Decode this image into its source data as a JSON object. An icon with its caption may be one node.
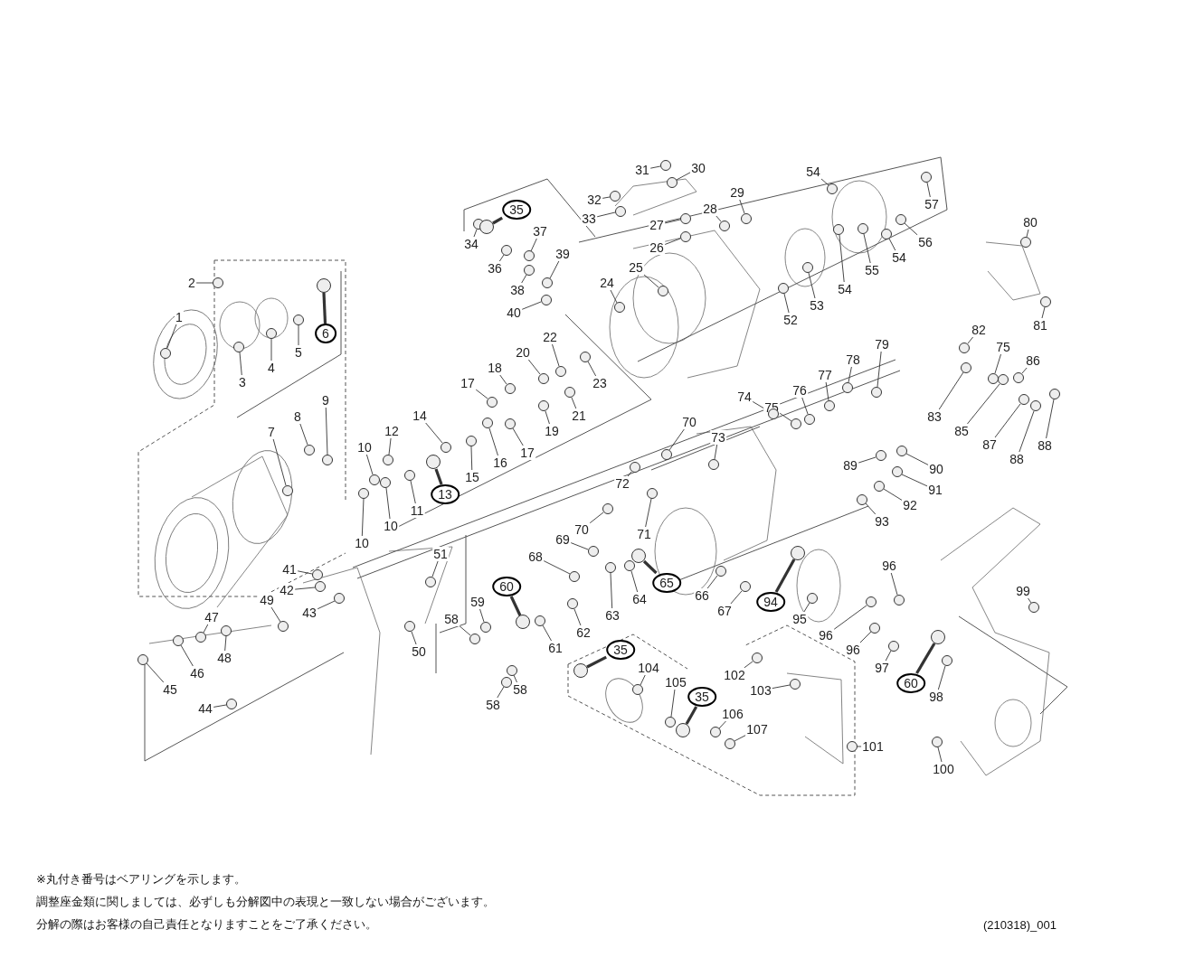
{
  "diagram": {
    "nodes": [
      {
        "text": [
          "1"
        ]
      },
      {
        "text": [
          "2"
        ]
      },
      {
        "text": [
          "3"
        ]
      },
      {
        "text": [
          "4"
        ]
      },
      {
        "text": [
          "5"
        ]
      },
      {
        "text": [
          "6"
        ]
      },
      {
        "text": [
          "7"
        ]
      },
      {
        "text": [
          "8"
        ]
      },
      {
        "text": [
          "9"
        ]
      },
      {
        "text": [
          "10"
        ]
      },
      {
        "text": [
          "10"
        ]
      },
      {
        "text": [
          "10"
        ]
      },
      {
        "text": [
          "11"
        ]
      },
      {
        "text": [
          "12"
        ]
      },
      {
        "text": [
          "13"
        ]
      },
      {
        "text": [
          "14"
        ]
      },
      {
        "text": [
          "15"
        ]
      },
      {
        "text": [
          "16"
        ]
      },
      {
        "text": [
          "17"
        ]
      },
      {
        "text": [
          "17"
        ]
      },
      {
        "text": [
          "18"
        ]
      },
      {
        "text": [
          "19"
        ]
      },
      {
        "text": [
          "20"
        ]
      },
      {
        "text": [
          "21"
        ]
      },
      {
        "text": [
          "22"
        ]
      },
      {
        "text": [
          "23"
        ]
      },
      {
        "text": [
          "24"
        ]
      },
      {
        "text": [
          "25"
        ]
      },
      {
        "text": [
          "26"
        ]
      },
      {
        "text": [
          "27"
        ]
      },
      {
        "text": [
          "28"
        ]
      },
      {
        "text": [
          "29"
        ]
      },
      {
        "text": [
          "30"
        ]
      },
      {
        "text": [
          "31"
        ]
      },
      {
        "text": [
          "32"
        ]
      },
      {
        "text": [
          "33"
        ]
      },
      {
        "text": [
          "34"
        ]
      },
      {
        "text": [
          "35"
        ]
      },
      {
        "text": [
          "36"
        ]
      },
      {
        "text": [
          "37"
        ]
      },
      {
        "text": [
          "38"
        ]
      },
      {
        "text": [
          "39"
        ]
      },
      {
        "text": [
          "40"
        ]
      },
      {
        "text": [
          "41"
        ]
      },
      {
        "text": [
          "42"
        ]
      },
      {
        "text": [
          "43"
        ]
      },
      {
        "text": [
          "44"
        ]
      },
      {
        "text": [
          "45"
        ]
      },
      {
        "text": [
          "46"
        ]
      },
      {
        "text": [
          "47"
        ]
      },
      {
        "text": [
          "48"
        ]
      },
      {
        "text": [
          "49"
        ]
      },
      {
        "text": [
          "50"
        ]
      },
      {
        "text": [
          "51"
        ]
      },
      {
        "text": [
          "52"
        ]
      },
      {
        "text": [
          "53"
        ]
      },
      {
        "text": [
          "54"
        ]
      },
      {
        "text": [
          "54"
        ]
      },
      {
        "text": [
          "54"
        ]
      },
      {
        "text": [
          "55"
        ]
      },
      {
        "text": [
          "56"
        ]
      },
      {
        "text": [
          "57"
        ]
      },
      {
        "text": [
          "58"
        ]
      },
      {
        "text": [
          "58"
        ]
      },
      {
        "text": [
          "58"
        ]
      },
      {
        "text": [
          "59"
        ]
      },
      {
        "text": [
          "60"
        ]
      },
      {
        "text": [
          "61"
        ]
      },
      {
        "text": [
          "62"
        ]
      },
      {
        "text": [
          "63"
        ]
      },
      {
        "text": [
          "64"
        ]
      },
      {
        "text": [
          "65"
        ]
      },
      {
        "text": [
          "66"
        ]
      },
      {
        "text": [
          "67"
        ]
      },
      {
        "text": [
          "68"
        ]
      },
      {
        "text": [
          "69"
        ]
      },
      {
        "text": [
          "70"
        ]
      },
      {
        "text": [
          "70"
        ]
      },
      {
        "text": [
          "71"
        ]
      },
      {
        "text": [
          "72"
        ]
      },
      {
        "text": [
          "73"
        ]
      },
      {
        "text": [
          "74"
        ]
      },
      {
        "text": [
          "75"
        ]
      },
      {
        "text": [
          "75"
        ]
      },
      {
        "text": [
          "76"
        ]
      },
      {
        "text": [
          "77"
        ]
      },
      {
        "text": [
          "78"
        ]
      },
      {
        "text": [
          "79"
        ]
      },
      {
        "text": [
          "80"
        ]
      },
      {
        "text": [
          "81"
        ]
      },
      {
        "text": [
          "82"
        ]
      },
      {
        "text": [
          "83"
        ]
      },
      {
        "text": [
          "85"
        ]
      },
      {
        "text": [
          "86"
        ]
      },
      {
        "text": [
          "87"
        ]
      },
      {
        "text": [
          "88"
        ]
      },
      {
        "text": [
          "88"
        ]
      },
      {
        "text": [
          "89"
        ]
      },
      {
        "text": [
          "90"
        ]
      },
      {
        "text": [
          "91"
        ]
      },
      {
        "text": [
          "92"
        ]
      },
      {
        "text": [
          "93"
        ]
      },
      {
        "text": [
          "94"
        ]
      },
      {
        "text": [
          "95"
        ]
      },
      {
        "text": [
          "96"
        ]
      },
      {
        "text": [
          "96"
        ]
      },
      {
        "text": [
          "96"
        ]
      },
      {
        "text": [
          "97"
        ]
      },
      {
        "text": [
          "98"
        ]
      },
      {
        "text": [
          "99"
        ]
      },
      {
        "text": [
          "100"
        ]
      },
      {
        "text": [
          "101"
        ]
      },
      {
        "text": [
          "102"
        ]
      },
      {
        "text": [
          "103"
        ]
      },
      {
        "text": [
          "104"
        ]
      },
      {
        "text": [
          "105"
        ]
      },
      {
        "text": [
          "106"
        ]
      },
      {
        "text": [
          "107"
        ]
      },
      {
        "text": [
          "35"
        ]
      },
      {
        "text": [
          "35"
        ]
      },
      {
        "text": [
          "60"
        ]
      },
      {
        "text": [],
        "shape": "circle"
      },
      {
        "text": [],
        "shape": "circle"
      },
      {
        "text": [],
        "shape": "circle"
      },
      {
        "text": [],
        "shape": "circle"
      },
      {
        "text": [],
        "shape": "circle"
      },
      {
        "text": [],
        "shape": "circle"
      },
      {
        "text": [],
        "shape": "circle"
      },
      {
        "text": [],
        "shape": "circle"
      },
      {
        "text": [],
        "shape": "circle"
      },
      {
        "text": [],
        "shape": "circle"
      },
      {
        "text": [],
        "shape": "circle"
      },
      {
        "text": [],
        "shape": "circle"
      },
      {
        "text": [],
        "shape": "circle"
      },
      {
        "text": [],
        "shape": "circle"
      },
      {
        "text": [],
        "shape": "circle"
      },
      {
        "text": [],
        "shape": "circle"
      },
      {
        "text": [],
        "shape": "circle"
      },
      {
        "text": [],
        "shape": "circle"
      },
      {
        "text": [],
        "shape": "circle"
      },
      {
        "text": [],
        "shape": "circle"
      },
      {
        "text": [],
        "shape": "circle"
      },
      {
        "text": [],
        "shape": "circle"
      },
      {
        "text": [],
        "shape": "circle"
      },
      {
        "text": [],
        "shape": "circle"
      },
      {
        "text": [],
        "shape": "circle"
      },
      {
        "text": [],
        "shape": "circle"
      },
      {
        "text": [],
        "shape": "circle"
      },
      {
        "text": [],
        "shape": "circle"
      },
      {
        "text": [],
        "shape": "circle"
      },
      {
        "text": [],
        "shape": "circle"
      },
      {
        "text": [],
        "shape": "circle"
      },
      {
        "text": [],
        "shape": "circle"
      },
      {
        "text": [],
        "shape": "circle"
      },
      {
        "text": [],
        "shape": "circle"
      },
      {
        "text": [],
        "shape": "circle"
      },
      {
        "text": [],
        "shape": "circle"
      },
      {
        "text": [],
        "shape": "circle"
      },
      {
        "text": [],
        "shape": "circle"
      },
      {
        "text": [],
        "shape": "circle"
      },
      {
        "text": [],
        "shape": "circle"
      },
      {
        "text": [],
        "shape": "circle"
      },
      {
        "text": [],
        "shape": "circle"
      },
      {
        "text": [],
        "shape": "circle"
      },
      {
        "text": [],
        "shape": "circle"
      },
      {
        "text": [],
        "shape": "circle"
      },
      {
        "text": [],
        "shape": "circle"
      },
      {
        "text": [],
        "shape": "circle"
      },
      {
        "text": [],
        "shape": "circle"
      },
      {
        "text": [],
        "shape": "circle"
      },
      {
        "text": [],
        "shape": "circle"
      },
      {
        "text": [],
        "shape": "circle"
      },
      {
        "text": [],
        "shape": "circle"
      },
      {
        "text": [],
        "shape": "circle"
      },
      {
        "text": [],
        "shape": "circle"
      },
      {
        "text": [],
        "shape": "circle"
      },
      {
        "text": [],
        "shape": "circle"
      },
      {
        "text": [],
        "shape": "circle"
      },
      {
        "text": [],
        "shape": "circle"
      },
      {
        "text": [],
        "shape": "circle"
      },
      {
        "text": [],
        "shape": "circle"
      },
      {
        "text": [],
        "shape": "circle"
      },
      {
        "text": [],
        "shape": "circle"
      },
      {
        "text": [],
        "shape": "circle"
      },
      {
        "text": [],
        "shape": "circle"
      },
      {
        "text": [],
        "shape": "circle"
      },
      {
        "text": [],
        "shape": "circle"
      },
      {
        "text": [],
        "shape": "circle"
      },
      {
        "text": [],
        "shape": "circle"
      },
      {
        "text": [],
        "shape": "circle"
      },
      {
        "text": [],
        "shape": "circle"
      },
      {
        "text": [],
        "shape": "circle"
      },
      {
        "text": [],
        "shape": "circle"
      },
      {
        "text": [],
        "shape": "circle"
      },
      {
        "text": [],
        "shape": "circle"
      },
      {
        "text": [],
        "shape": "circle"
      },
      {
        "text": [],
        "shape": "circle"
      },
      {
        "text": [],
        "shape": "circle"
      },
      {
        "text": [],
        "shape": "circle"
      },
      {
        "text": [],
        "shape": "circle"
      },
      {
        "text": [],
        "shape": "circle"
      },
      {
        "text": [],
        "shape": "circle"
      },
      {
        "text": [],
        "shape": "circle"
      },
      {
        "text": [],
        "shape": "circle"
      },
      {
        "text": [],
        "shape": "circle"
      },
      {
        "text": [],
        "shape": "circle"
      },
      {
        "text": [],
        "shape": "circle"
      },
      {
        "text": [],
        "shape": "circle"
      },
      {
        "text": [],
        "shape": "circle"
      },
      {
        "text": [],
        "shape": "circle"
      },
      {
        "text": [],
        "shape": "circle"
      },
      {
        "text": [],
        "shape": "circle"
      },
      {
        "text": [],
        "shape": "circle"
      },
      {
        "text": [],
        "shape": "circle"
      },
      {
        "text": [],
        "shape": "circle"
      },
      {
        "text": [],
        "shape": "circle"
      },
      {
        "text": [],
        "shape": "circle"
      },
      {
        "text": [],
        "shape": "circle"
      },
      {
        "text": [],
        "shape": "circle"
      },
      {
        "text": [],
        "shape": "circle"
      },
      {
        "text": [],
        "shape": "circle"
      },
      {
        "text": [],
        "shape": "circle"
      },
      {
        "text": [],
        "shape": "circle"
      },
      {
        "text": [],
        "shape": "circle"
      },
      {
        "text": [],
        "shape": "circle"
      },
      {
        "text": [],
        "shape": "circle"
      },
      {
        "text": [],
        "shape": "circle"
      },
      {
        "text": [],
        "shape": "circle"
      },
      {
        "text": [],
        "shape": "circle"
      },
      {
        "text": [],
        "shape": "circle"
      },
      {
        "text": [],
        "shape": "circle"
      },
      {
        "text": [],
        "shape": "circle"
      },
      {
        "text": [],
        "shape": "circle"
      },
      {
        "text": [],
        "shape": "circle"
      },
      {
        "text": [],
        "shape": "circle"
      },
      {
        "text": [],
        "shape": "circle"
      },
      {
        "text": [],
        "shape": "circle"
      },
      {
        "text": [],
        "shape": "circle"
      },
      {
        "text": [],
        "shape": "circle"
      },
      {
        "text": [],
        "shape": "circle"
      },
      {
        "text": [],
        "shape": "circle"
      },
      {
        "text": [],
        "shape": "circle"
      }
    ],
    "edges": [
      {
        "from": 0,
        "to": 121,
        "arrow": "none"
      },
      {
        "from": 1,
        "to": 122,
        "arrow": "none"
      },
      {
        "from": 2,
        "to": 123,
        "arrow": "none"
      },
      {
        "from": 3,
        "to": 124,
        "arrow": "none"
      },
      {
        "from": 4,
        "to": 125,
        "arrow": "none"
      },
      {
        "from": 5,
        "to": 126,
        "arrow": "none",
        "style": "thick"
      },
      {
        "from": 6,
        "to": 127,
        "arrow": "none"
      },
      {
        "from": 7,
        "to": 128,
        "arrow": "none"
      },
      {
        "from": 8,
        "to": 129,
        "arrow": "none"
      },
      {
        "from": 9,
        "to": 130,
        "arrow": "none"
      },
      {
        "from": 10,
        "to": 131,
        "arrow": "none"
      },
      {
        "from": 11,
        "to": 132,
        "arrow": "none"
      },
      {
        "from": 12,
        "to": 133,
        "arrow": "none"
      },
      {
        "from": 13,
        "to": 134,
        "arrow": "none"
      },
      {
        "from": 14,
        "to": 135,
        "arrow": "none",
        "style": "thick"
      },
      {
        "from": 15,
        "to": 136,
        "arrow": "none"
      },
      {
        "from": 16,
        "to": 137,
        "arrow": "none"
      },
      {
        "from": 17,
        "to": 138,
        "arrow": "none"
      },
      {
        "from": 18,
        "to": 139,
        "arrow": "none"
      },
      {
        "from": 19,
        "to": 140,
        "arrow": "none"
      },
      {
        "from": 20,
        "to": 141,
        "arrow": "none"
      },
      {
        "from": 21,
        "to": 142,
        "arrow": "none"
      },
      {
        "from": 22,
        "to": 143,
        "arrow": "none"
      },
      {
        "from": 23,
        "to": 144,
        "arrow": "none"
      },
      {
        "from": 24,
        "to": 145,
        "arrow": "none"
      },
      {
        "from": 25,
        "to": 146,
        "arrow": "none"
      },
      {
        "from": 26,
        "to": 147,
        "arrow": "none"
      },
      {
        "from": 27,
        "to": 148,
        "arrow": "none"
      },
      {
        "from": 28,
        "to": 149,
        "arrow": "none"
      },
      {
        "from": 29,
        "to": 150,
        "arrow": "none"
      },
      {
        "from": 30,
        "to": 151,
        "arrow": "none"
      },
      {
        "from": 31,
        "to": 152,
        "arrow": "none"
      },
      {
        "from": 32,
        "to": 153,
        "arrow": "none"
      },
      {
        "from": 33,
        "to": 154,
        "arrow": "none"
      },
      {
        "from": 34,
        "to": 155,
        "arrow": "none"
      },
      {
        "from": 35,
        "to": 156,
        "arrow": "none"
      },
      {
        "from": 36,
        "to": 157,
        "arrow": "none"
      },
      {
        "from": 37,
        "to": 158,
        "arrow": "none",
        "style": "thick"
      },
      {
        "from": 38,
        "to": 159,
        "arrow": "none"
      },
      {
        "from": 39,
        "to": 160,
        "arrow": "none"
      },
      {
        "from": 40,
        "to": 161,
        "arrow": "none"
      },
      {
        "from": 41,
        "to": 162,
        "arrow": "none"
      },
      {
        "from": 42,
        "to": 163,
        "arrow": "none"
      },
      {
        "from": 43,
        "to": 164,
        "arrow": "none"
      },
      {
        "from": 44,
        "to": 165,
        "arrow": "none"
      },
      {
        "from": 45,
        "to": 166,
        "arrow": "none"
      },
      {
        "from": 46,
        "to": 167,
        "arrow": "none"
      },
      {
        "from": 47,
        "to": 168,
        "arrow": "none"
      },
      {
        "from": 48,
        "to": 169,
        "arrow": "none"
      },
      {
        "from": 49,
        "to": 170,
        "arrow": "none"
      },
      {
        "from": 50,
        "to": 171,
        "arrow": "none"
      },
      {
        "from": 51,
        "to": 172,
        "arrow": "none"
      },
      {
        "from": 52,
        "to": 173,
        "arrow": "none"
      },
      {
        "from": 53,
        "to": 174,
        "arrow": "none"
      },
      {
        "from": 54,
        "to": 175,
        "arrow": "none"
      },
      {
        "from": 55,
        "to": 176,
        "arrow": "none"
      },
      {
        "from": 56,
        "to": 177,
        "arrow": "none"
      },
      {
        "from": 57,
        "to": 178,
        "arrow": "none"
      },
      {
        "from": 58,
        "to": 179,
        "arrow": "none"
      },
      {
        "from": 59,
        "to": 180,
        "arrow": "none"
      },
      {
        "from": 60,
        "to": 181,
        "arrow": "none"
      },
      {
        "from": 61,
        "to": 182,
        "arrow": "none"
      },
      {
        "from": 62,
        "to": 183,
        "arrow": "none"
      },
      {
        "from": 63,
        "to": 184,
        "arrow": "none"
      },
      {
        "from": 64,
        "to": 185,
        "arrow": "none"
      },
      {
        "from": 65,
        "to": 186,
        "arrow": "none"
      },
      {
        "from": 66,
        "to": 187,
        "arrow": "none",
        "style": "thick"
      },
      {
        "from": 67,
        "to": 188,
        "arrow": "none"
      },
      {
        "from": 68,
        "to": 189,
        "arrow": "none"
      },
      {
        "from": 69,
        "to": 190,
        "arrow": "none"
      },
      {
        "from": 70,
        "to": 191,
        "arrow": "none"
      },
      {
        "from": 71,
        "to": 192,
        "arrow": "none",
        "style": "thick"
      },
      {
        "from": 72,
        "to": 193,
        "arrow": "none"
      },
      {
        "from": 73,
        "to": 194,
        "arrow": "none"
      },
      {
        "from": 74,
        "to": 195,
        "arrow": "none"
      },
      {
        "from": 75,
        "to": 196,
        "arrow": "none"
      },
      {
        "from": 76,
        "to": 197,
        "arrow": "none"
      },
      {
        "from": 77,
        "to": 198,
        "arrow": "none"
      },
      {
        "from": 78,
        "to": 199,
        "arrow": "none"
      },
      {
        "from": 79,
        "to": 200,
        "arrow": "none"
      },
      {
        "from": 80,
        "to": 201,
        "arrow": "none"
      },
      {
        "from": 81,
        "to": 202,
        "arrow": "none"
      },
      {
        "from": 82,
        "to": 203,
        "arrow": "none"
      },
      {
        "from": 83,
        "to": 204,
        "arrow": "none"
      },
      {
        "from": 84,
        "to": 205,
        "arrow": "none"
      },
      {
        "from": 85,
        "to": 206,
        "arrow": "none"
      },
      {
        "from": 86,
        "to": 207,
        "arrow": "none"
      },
      {
        "from": 87,
        "to": 208,
        "arrow": "none"
      },
      {
        "from": 88,
        "to": 209,
        "arrow": "none"
      },
      {
        "from": 89,
        "to": 210,
        "arrow": "none"
      },
      {
        "from": 90,
        "to": 211,
        "arrow": "none"
      },
      {
        "from": 91,
        "to": 212,
        "arrow": "none"
      },
      {
        "from": 92,
        "to": 213,
        "arrow": "none"
      },
      {
        "from": 93,
        "to": 214,
        "arrow": "none"
      },
      {
        "from": 94,
        "to": 215,
        "arrow": "none"
      },
      {
        "from": 95,
        "to": 216,
        "arrow": "none"
      },
      {
        "from": 96,
        "to": 217,
        "arrow": "none"
      },
      {
        "from": 97,
        "to": 218,
        "arrow": "none"
      },
      {
        "from": 98,
        "to": 219,
        "arrow": "none"
      },
      {
        "from": 99,
        "to": 220,
        "arrow": "none"
      },
      {
        "from": 100,
        "to": 221,
        "arrow": "none"
      },
      {
        "from": 101,
        "to": 222,
        "arrow": "none"
      },
      {
        "from": 102,
        "to": 223,
        "arrow": "none",
        "style": "thick"
      },
      {
        "from": 103,
        "to": 224,
        "arrow": "none"
      },
      {
        "from": 104,
        "to": 225,
        "arrow": "none"
      },
      {
        "from": 105,
        "to": 226,
        "arrow": "none"
      },
      {
        "from": 106,
        "to": 227,
        "arrow": "none"
      },
      {
        "from": 107,
        "to": 228,
        "arrow": "none"
      },
      {
        "from": 108,
        "to": 229,
        "arrow": "none"
      },
      {
        "from": 109,
        "to": 230,
        "arrow": "none"
      },
      {
        "from": 110,
        "to": 231,
        "arrow": "none"
      },
      {
        "from": 111,
        "to": 232,
        "arrow": "none"
      },
      {
        "from": 112,
        "to": 233,
        "arrow": "none"
      },
      {
        "from": 113,
        "to": 234,
        "arrow": "none"
      },
      {
        "from": 114,
        "to": 235,
        "arrow": "none"
      },
      {
        "from": 115,
        "to": 236,
        "arrow": "none"
      },
      {
        "from": 116,
        "to": 237,
        "arrow": "none"
      },
      {
        "from": 117,
        "to": 238,
        "arrow": "none"
      },
      {
        "from": 118,
        "to": 239,
        "arrow": "none",
        "style": "thick"
      },
      {
        "from": 119,
        "to": 240,
        "arrow": "none",
        "style": "thick"
      },
      {
        "from": 120,
        "to": 241,
        "arrow": "none",
        "style": "thick"
      }
    ],
    "labels": [
      "※丸付き番号はベアリングを示します。",
      "調整座金類に関しましては、必ずしも分解図中の表現と一致しない場合がございます。",
      "分解の際はお客様の自己責任となりますことをご了承ください。",
      "(210318)_001"
    ]
  }
}
